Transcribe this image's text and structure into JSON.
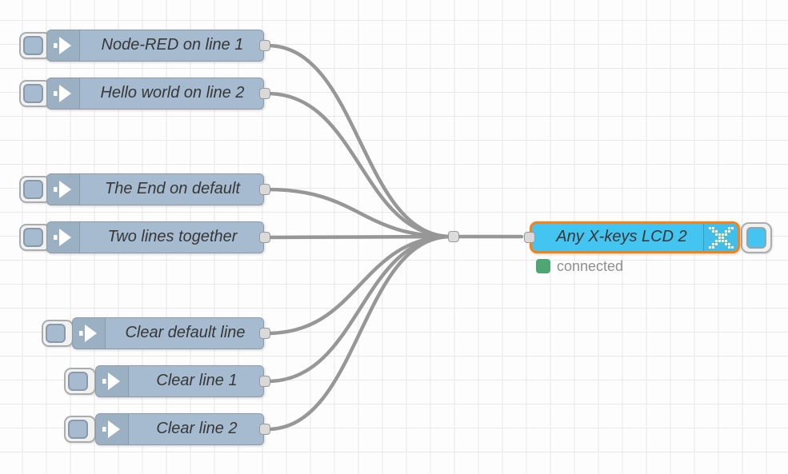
{
  "app": {
    "name": "Node-RED flow editor canvas"
  },
  "palette": {
    "inject_node_color": "#a6bbcf",
    "lcd_node_color": "#44c5f1",
    "selection_border_color": "#ff7f0e",
    "wire_color": "#979797",
    "status_connected_color": "#4fa573",
    "grid_line_color": "#e8e8e8"
  },
  "flow": {
    "inject_nodes": [
      {
        "label": "Node-RED on line 1"
      },
      {
        "label": "Hello world on line 2"
      },
      {
        "label": "The End on default"
      },
      {
        "label": "Two lines together"
      },
      {
        "label": "Clear default line"
      },
      {
        "label": "Clear line 1"
      },
      {
        "label": "Clear line 2"
      }
    ],
    "lcd_node": {
      "label": "Any X-keys LCD 2",
      "selected": true,
      "status": {
        "label": "connected",
        "state": "ok"
      }
    }
  }
}
